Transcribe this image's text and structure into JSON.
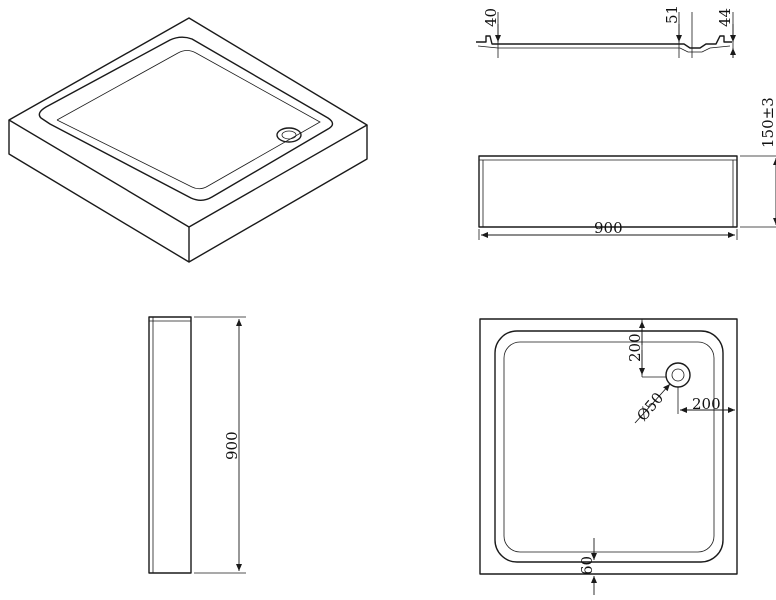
{
  "drawing": {
    "dimensions": {
      "top_depth_left": "40",
      "top_depth_mid": "51",
      "top_depth_right": "44",
      "height": "150±3",
      "front_width": "900",
      "side_length": "900",
      "drain_offset_vertical": "200",
      "drain_offset_horizontal": "200",
      "drain_diameter": "Ø50",
      "rim_width": "60"
    },
    "icons": [
      "isometric-tray-view",
      "section-view",
      "front-view",
      "side-view",
      "plan-view",
      "drain-icon"
    ]
  }
}
